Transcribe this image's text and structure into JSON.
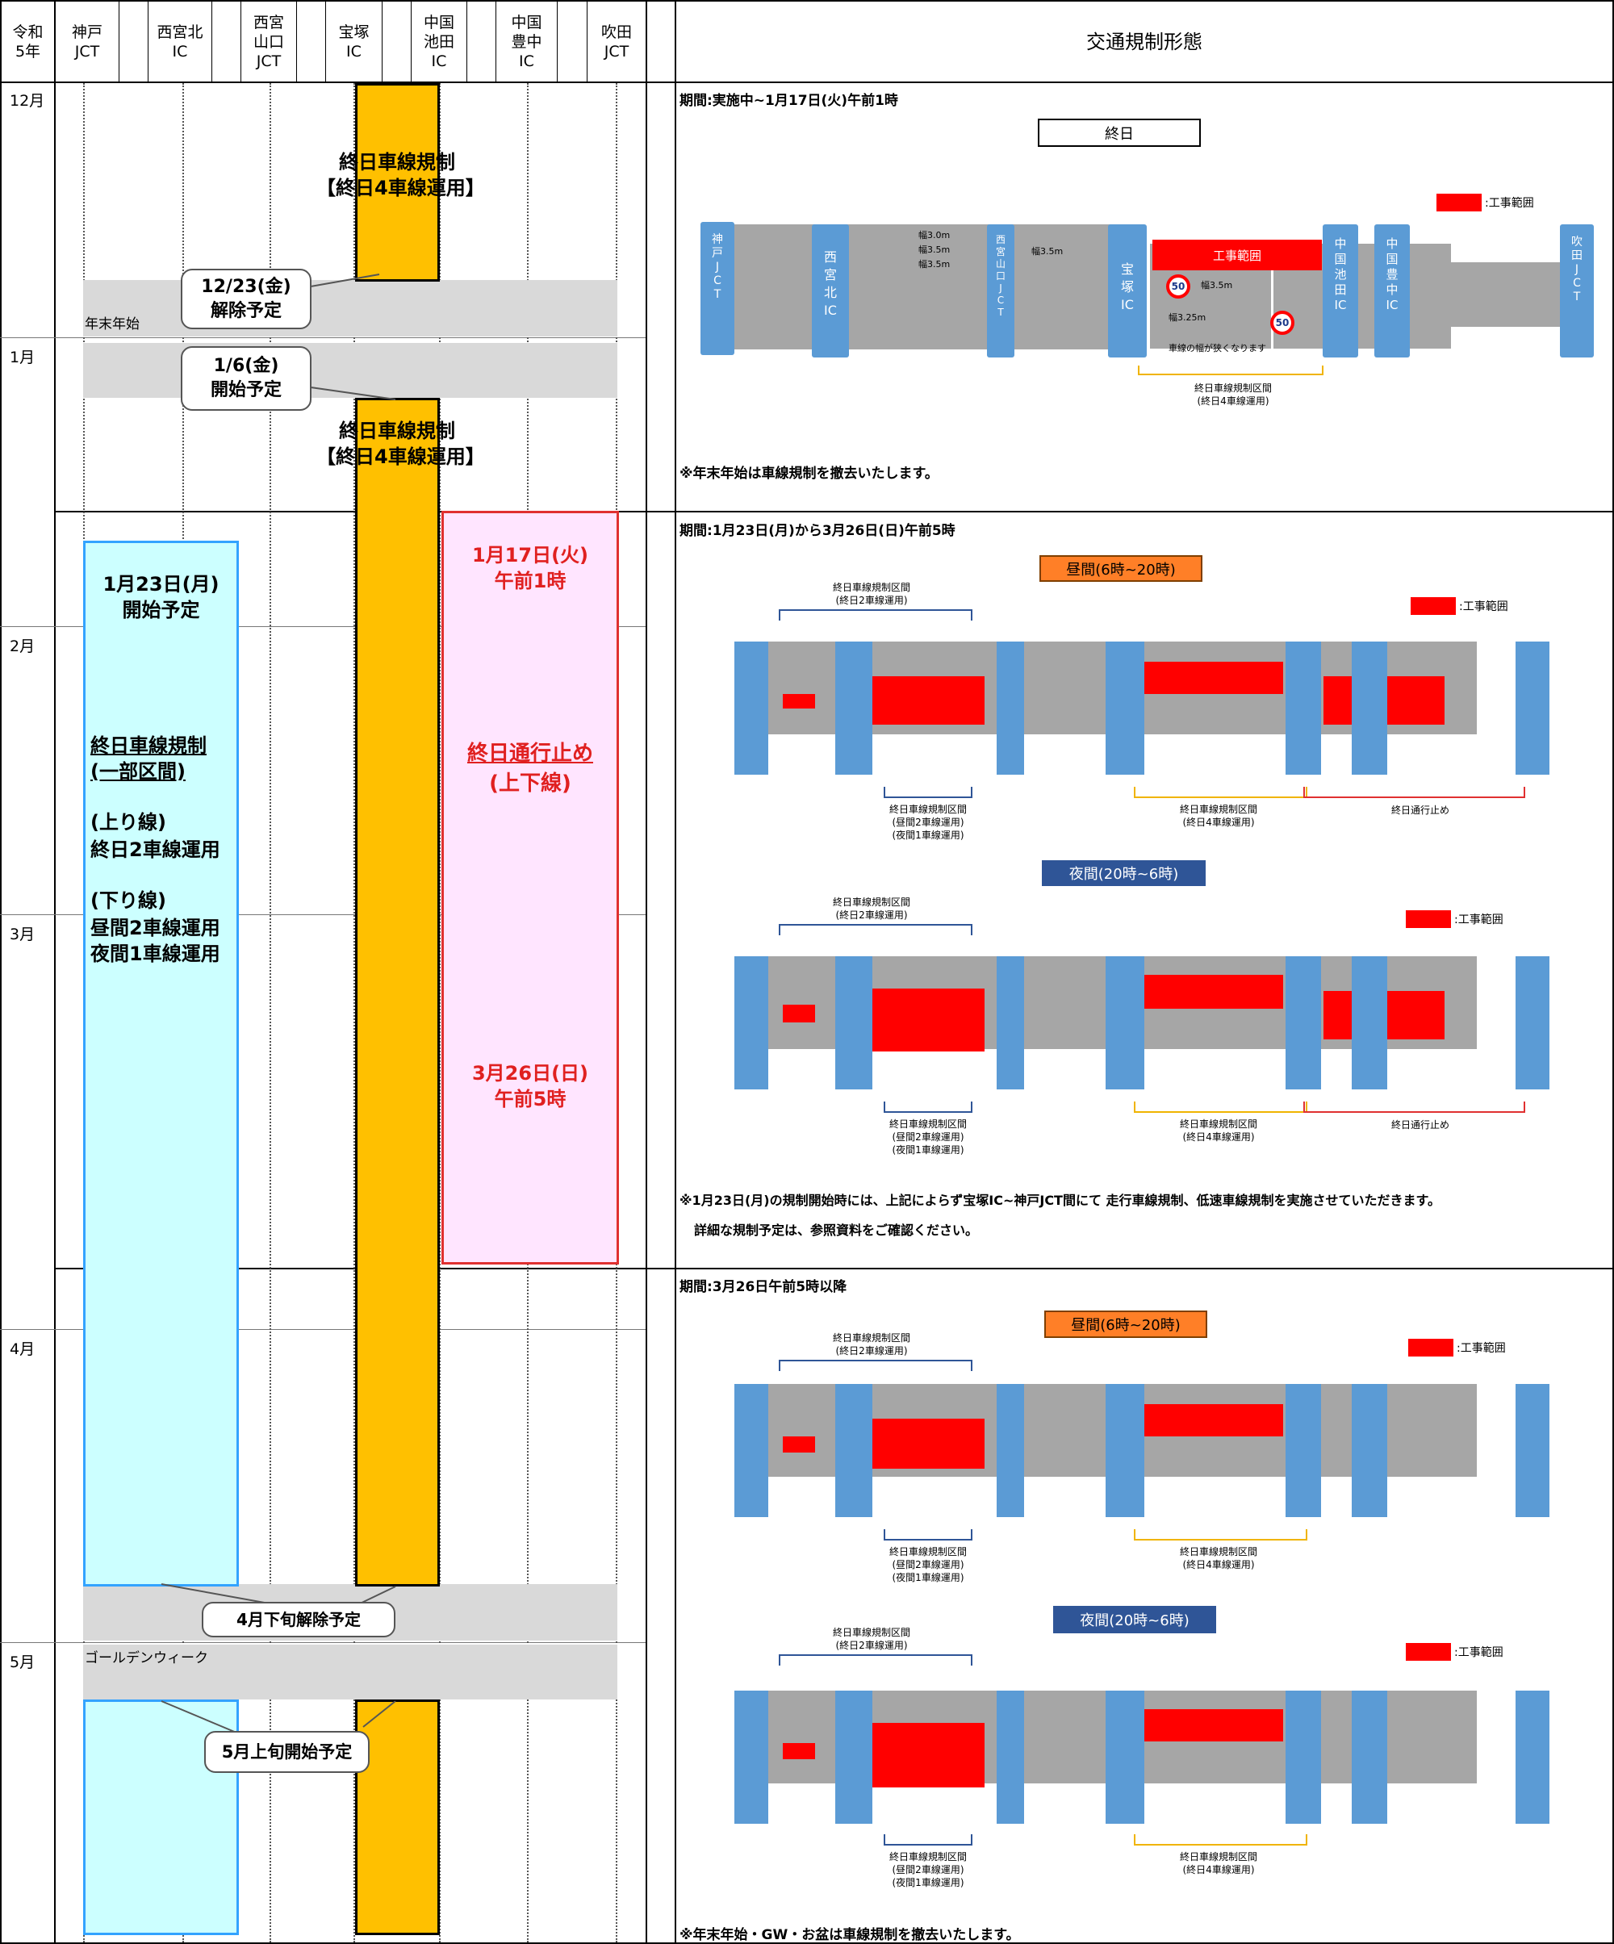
{
  "colors": {
    "orange": "#ffc000",
    "cyan_fill": "#ccffff",
    "cyan_border": "#33a3ff",
    "pink_fill": "#ffe5ff",
    "red": "#ff0000",
    "blue_box": "#5b9bd5",
    "road": "#a6a6a6",
    "gray_band": "#d9d9d9"
  },
  "header": {
    "year": "令和\n5年",
    "kobe_jct": "神戸\nJCT",
    "nishinomiya_kita_ic": "西宮北\nIC",
    "nishinomiya_yamaguchi_jct": "西宮\n山口\nJCT",
    "takarazuka_ic": "宝塚\nIC",
    "chugoku_ikeda_ic": "中国\n池田\nIC",
    "chugoku_toyonaka_ic": "中国\n豊中\nIC",
    "suita_jct": "吹田\nJCT",
    "right_title": "交通規制形態"
  },
  "months": {
    "dec": "12月",
    "jan": "1月",
    "feb": "2月",
    "mar": "3月",
    "apr": "4月",
    "may": "5月"
  },
  "timeline": {
    "orange_label_1": "終日車線規制\n【終日4車線運用】",
    "orange_label_2": "終日車線規制\n【終日4車線運用】",
    "year_end_band": "年末年始",
    "callout_dec23": "12/23(金)\n解除予定",
    "callout_jan6": "1/6(金)\n開始予定",
    "pink_start": "1月17日(火)\n午前1時",
    "pink_middle_title": "終日通行止め",
    "pink_middle_sub": "(上下線)",
    "pink_end": "3月26日(日)\n午前5時",
    "cyan_start": "1月23日(月)\n開始予定",
    "cyan_title_1": "終日車線規制",
    "cyan_title_2": "(一部区間)",
    "cyan_up_head": "(上り線)",
    "cyan_up_body": "終日2車線運用",
    "cyan_down_head": "(下り線)",
    "cyan_down_body": "昼間2車線運用\n夜間1車線運用",
    "callout_apr": "4月下旬解除予定",
    "golden_week_band": "ゴールデンウィーク",
    "callout_may": "5月上旬開始予定"
  },
  "section1": {
    "period": "期間:実施中~1月17日(火)午前1時",
    "day_label": "終日",
    "legend": ":工事範囲",
    "work_label": "工事範囲",
    "box_kobe": "神\n戸\nJ\nC\nT",
    "box_nishikita": "西\n宮\n北\nIC",
    "box_yamaguchi": "西\n宮\n山\n口\nJ\nC\nT",
    "box_takarazuka": "宝\n塚\nIC",
    "box_ikeda": "中\n国\n池\n田\nIC",
    "box_toyonaka": "中\n国\n豊\n中\nIC",
    "box_suita": "吹\n田\nJ\nC\nT",
    "w30": "幅3.0m",
    "w35": "幅3.5m",
    "w325": "幅3.25m",
    "narrow": "車線の幅が狭くなります",
    "speed": "50",
    "section_caption": "終日車線規制区間\n(終日4車線運用)",
    "note": "※年末年始は車線規制を撤去いたします。"
  },
  "section2": {
    "period": "期間:1月23日(月)から3月26日(日)午前5時",
    "day_label": "昼間(6時~20時)",
    "night_label": "夜間(20時~6時)",
    "legend": ":工事範囲",
    "top_caption": "終日車線規制区間\n(終日2車線運用)",
    "bottom_caption_left": "終日車線規制区間\n(昼間2車線運用)\n(夜間1車線運用)",
    "bottom_caption_mid": "終日車線規制区間\n(終日4車線運用)",
    "bottom_caption_right": "終日通行止め",
    "note1": "※1月23日(月)の規制開始時には、上記によらず宝塚IC~神戸JCT間にて 走行車線規制、低速車線規制を実施させていただきます。",
    "note2": "詳細な規制予定は、参照資料をご確認ください。"
  },
  "section3": {
    "period": "期間:3月26日午前5時以降",
    "day_label": "昼間(6時~20時)",
    "night_label": "夜間(20時~6時)",
    "legend": ":工事範囲",
    "top_caption": "終日車線規制区間\n(終日2車線運用)",
    "bottom_caption_left": "終日車線規制区間\n(昼間2車線運用)\n(夜間1車線運用)",
    "bottom_caption_mid": "終日車線規制区間\n(終日4車線運用)",
    "note": "※年末年始・GW・お盆は車線規制を撤去いたします。"
  }
}
